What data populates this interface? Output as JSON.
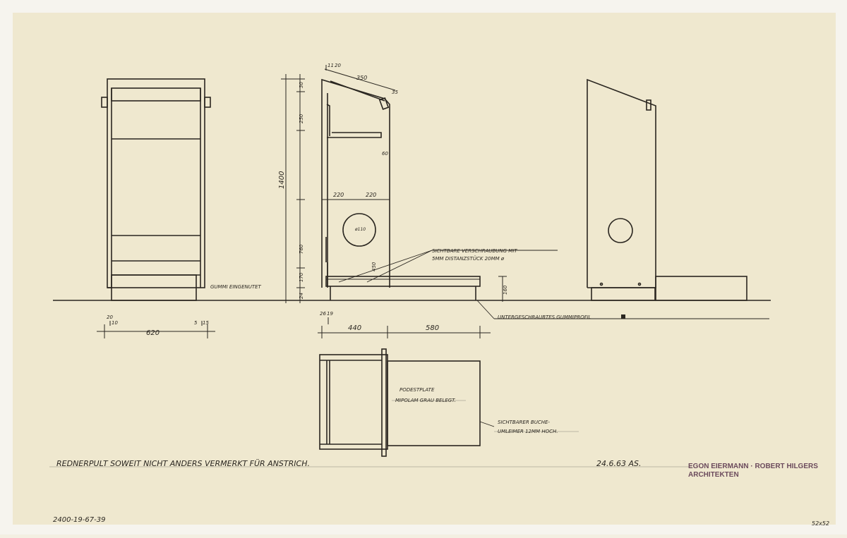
{
  "colors": {
    "paper": "#efe8cf",
    "border": "#f6f4ee",
    "ink": "#2a2620",
    "stamp": "#6b4a5c",
    "pencil": "#8a857a"
  },
  "drawing": {
    "front_view": {
      "note": "GUMMI EINGENUTET",
      "dims_top": [
        "20",
        "10",
        "5",
        "15"
      ],
      "dim_width": "620"
    },
    "side_view": {
      "dim_top": [
        "11",
        "20",
        "350",
        "35"
      ],
      "dim_height_total": "1400",
      "dim_heights": [
        "30",
        "250",
        "760",
        "170",
        "24"
      ],
      "dim_inner": [
        "60",
        "220",
        "220",
        "ø110",
        "450"
      ],
      "dim_bottom": [
        "26",
        "19",
        "440",
        "580"
      ],
      "dim_platform": "160",
      "note_screws": [
        "SICHTBARE VERSCHRAUBUNG MIT",
        "5MM DISTANZSTÜCK 20MM ø"
      ],
      "note_profile": "UNTERGESCHRAUBTES GUMMIPROFIL"
    },
    "plan_view": {
      "note_plate": [
        "PODESTPLATE",
        "MIPOLAM GRAU BELEGT."
      ],
      "note_edge": [
        "SICHTBARER BUCHE-",
        "UMLEIMER 12MM HOCH."
      ]
    },
    "footer": {
      "title": "REDNERPULT SOWEIT NICHT ANDERS VERMERKT FÜR ANSTRICH.",
      "date": "24.6.63 AS.",
      "stamp_line1": "EGON EIERMANN · ROBERT HILGERS",
      "stamp_line2": "ARCHITEKTEN"
    },
    "archive": {
      "number_left": "2400-19-67-39",
      "number_right": "52x52"
    }
  }
}
